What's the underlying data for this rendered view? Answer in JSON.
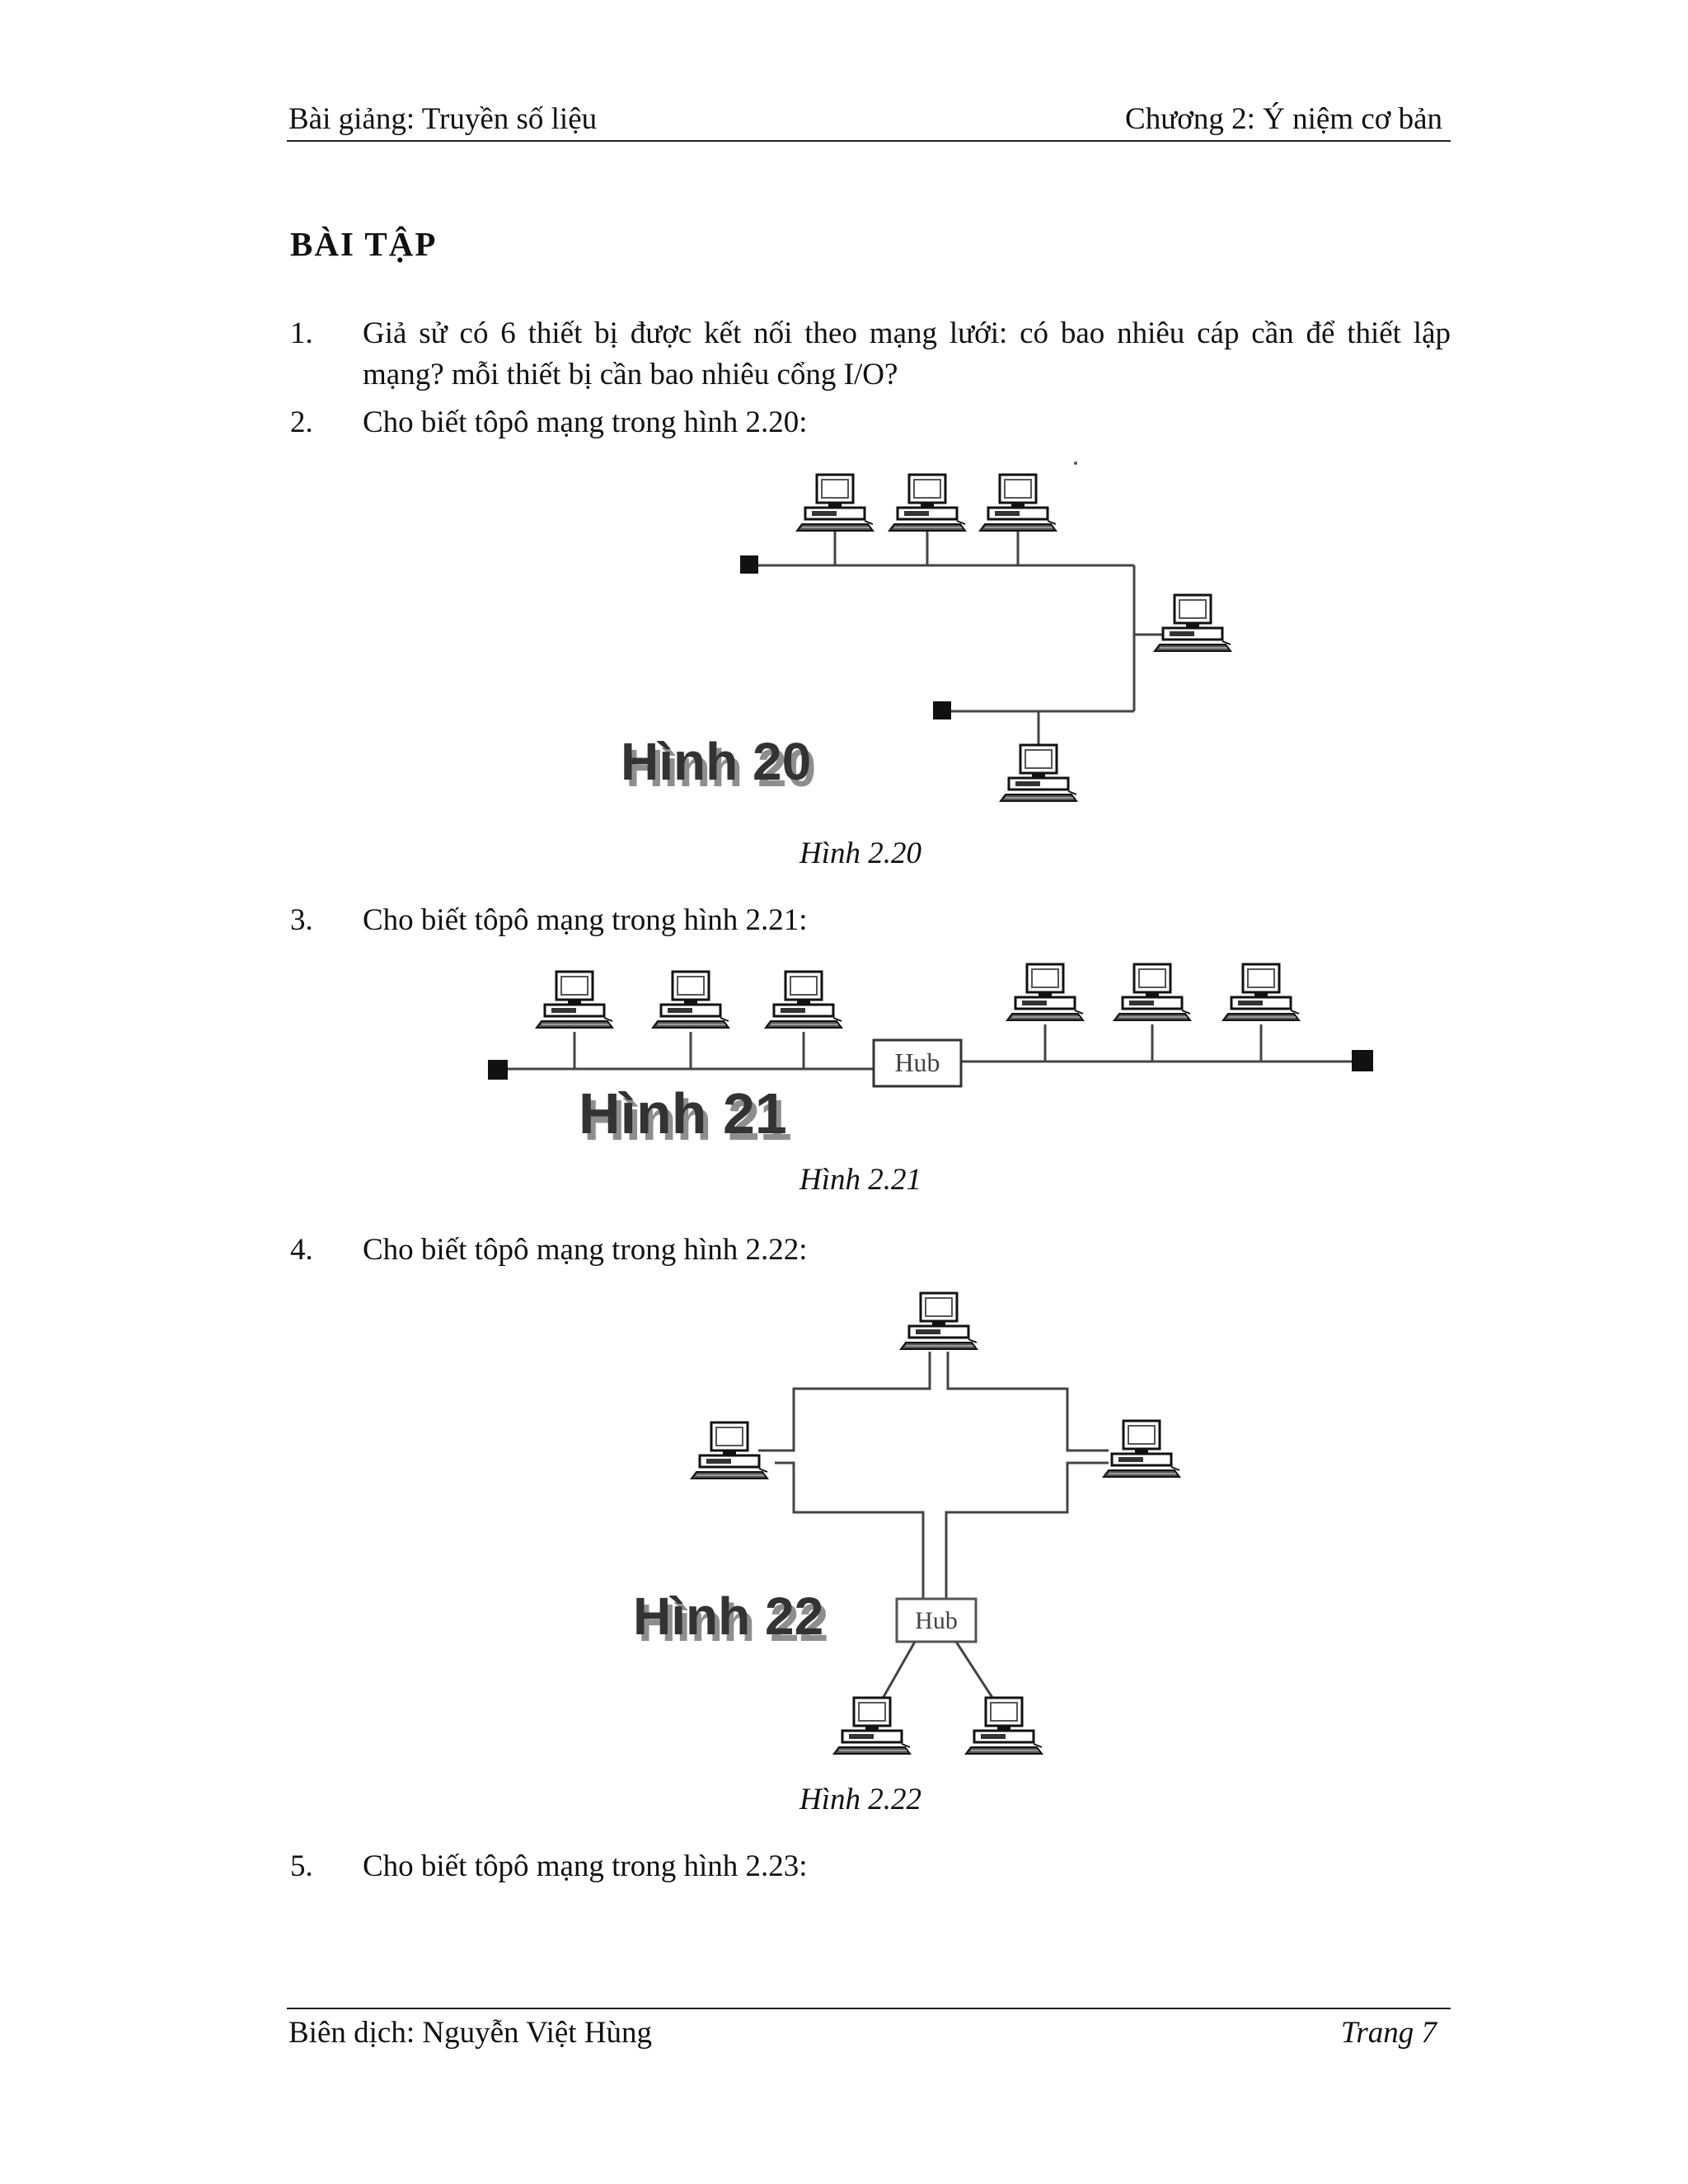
{
  "header": {
    "left": "Bài giảng: Truyền số liệu",
    "right": "Chương 2: Ý niệm cơ bản"
  },
  "section_title": "BÀI TẬP",
  "questions": [
    {
      "number": "1.",
      "text": "Giả sử có 6 thiết bị được kết nối theo mạng lưới: có bao nhiêu cáp cần để thiết lập mạng? mỗi thiết bị cần bao nhiêu cổng I/O?"
    },
    {
      "number": "2.",
      "text": "Cho biết tôpô mạng trong hình 2.20:"
    },
    {
      "number": "3.",
      "text": "Cho biết tôpô mạng trong hình 2.21:"
    },
    {
      "number": "4.",
      "text": "Cho biết tôpô mạng trong hình 2.22:"
    },
    {
      "number": "5.",
      "text": "Cho biết tôpô mạng trong hình 2.23:"
    }
  ],
  "figures": [
    {
      "label": "Hình 20",
      "caption": "Hình 2.20"
    },
    {
      "label": "Hình 21",
      "caption": "Hình 2.21",
      "hub_label": "Hub"
    },
    {
      "label": "Hình 22",
      "caption": "Hình 2.22",
      "hub_label": "Hub"
    }
  ],
  "footer": {
    "left": "Biên dịch: Nguyễn Việt Hùng",
    "right": "Trang 7"
  }
}
